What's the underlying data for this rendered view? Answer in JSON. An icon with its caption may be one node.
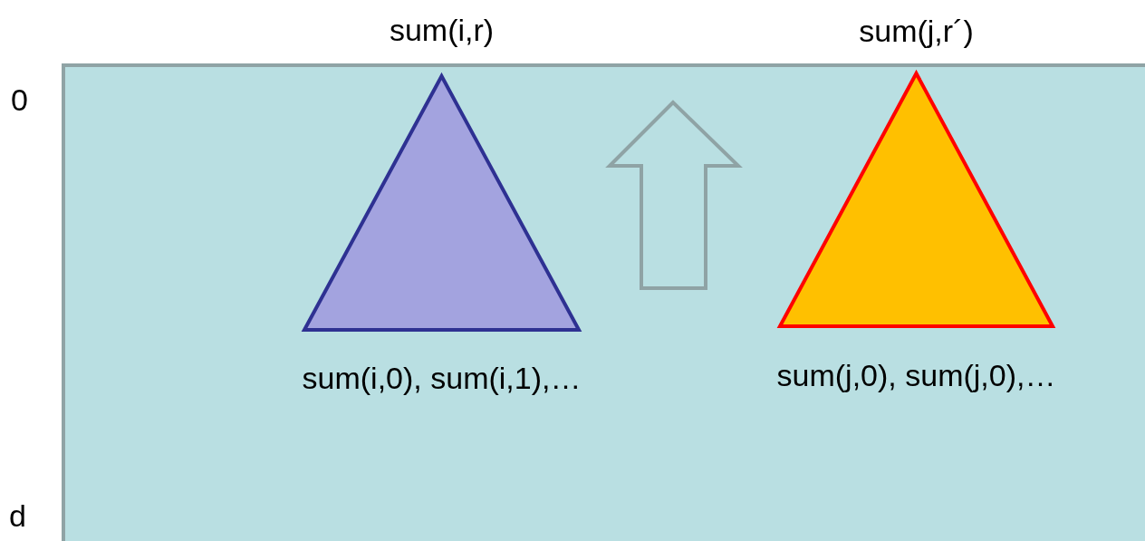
{
  "diagram": {
    "nodes": [
      {
        "text": [],
        "shape": "box"
      },
      {
        "text": [],
        "shape": "triangle",
        "beside": [
          "sum(i,r)",
          "sum(i,0), sum(i,1),…"
        ],
        "in": 0
      },
      {
        "text": [],
        "shape": "triangle",
        "beside": [
          "sum(j,r´)",
          "sum(j,0), sum(j,0),…"
        ],
        "in": 0
      }
    ],
    "labels": [
      "0",
      "d"
    ]
  }
}
